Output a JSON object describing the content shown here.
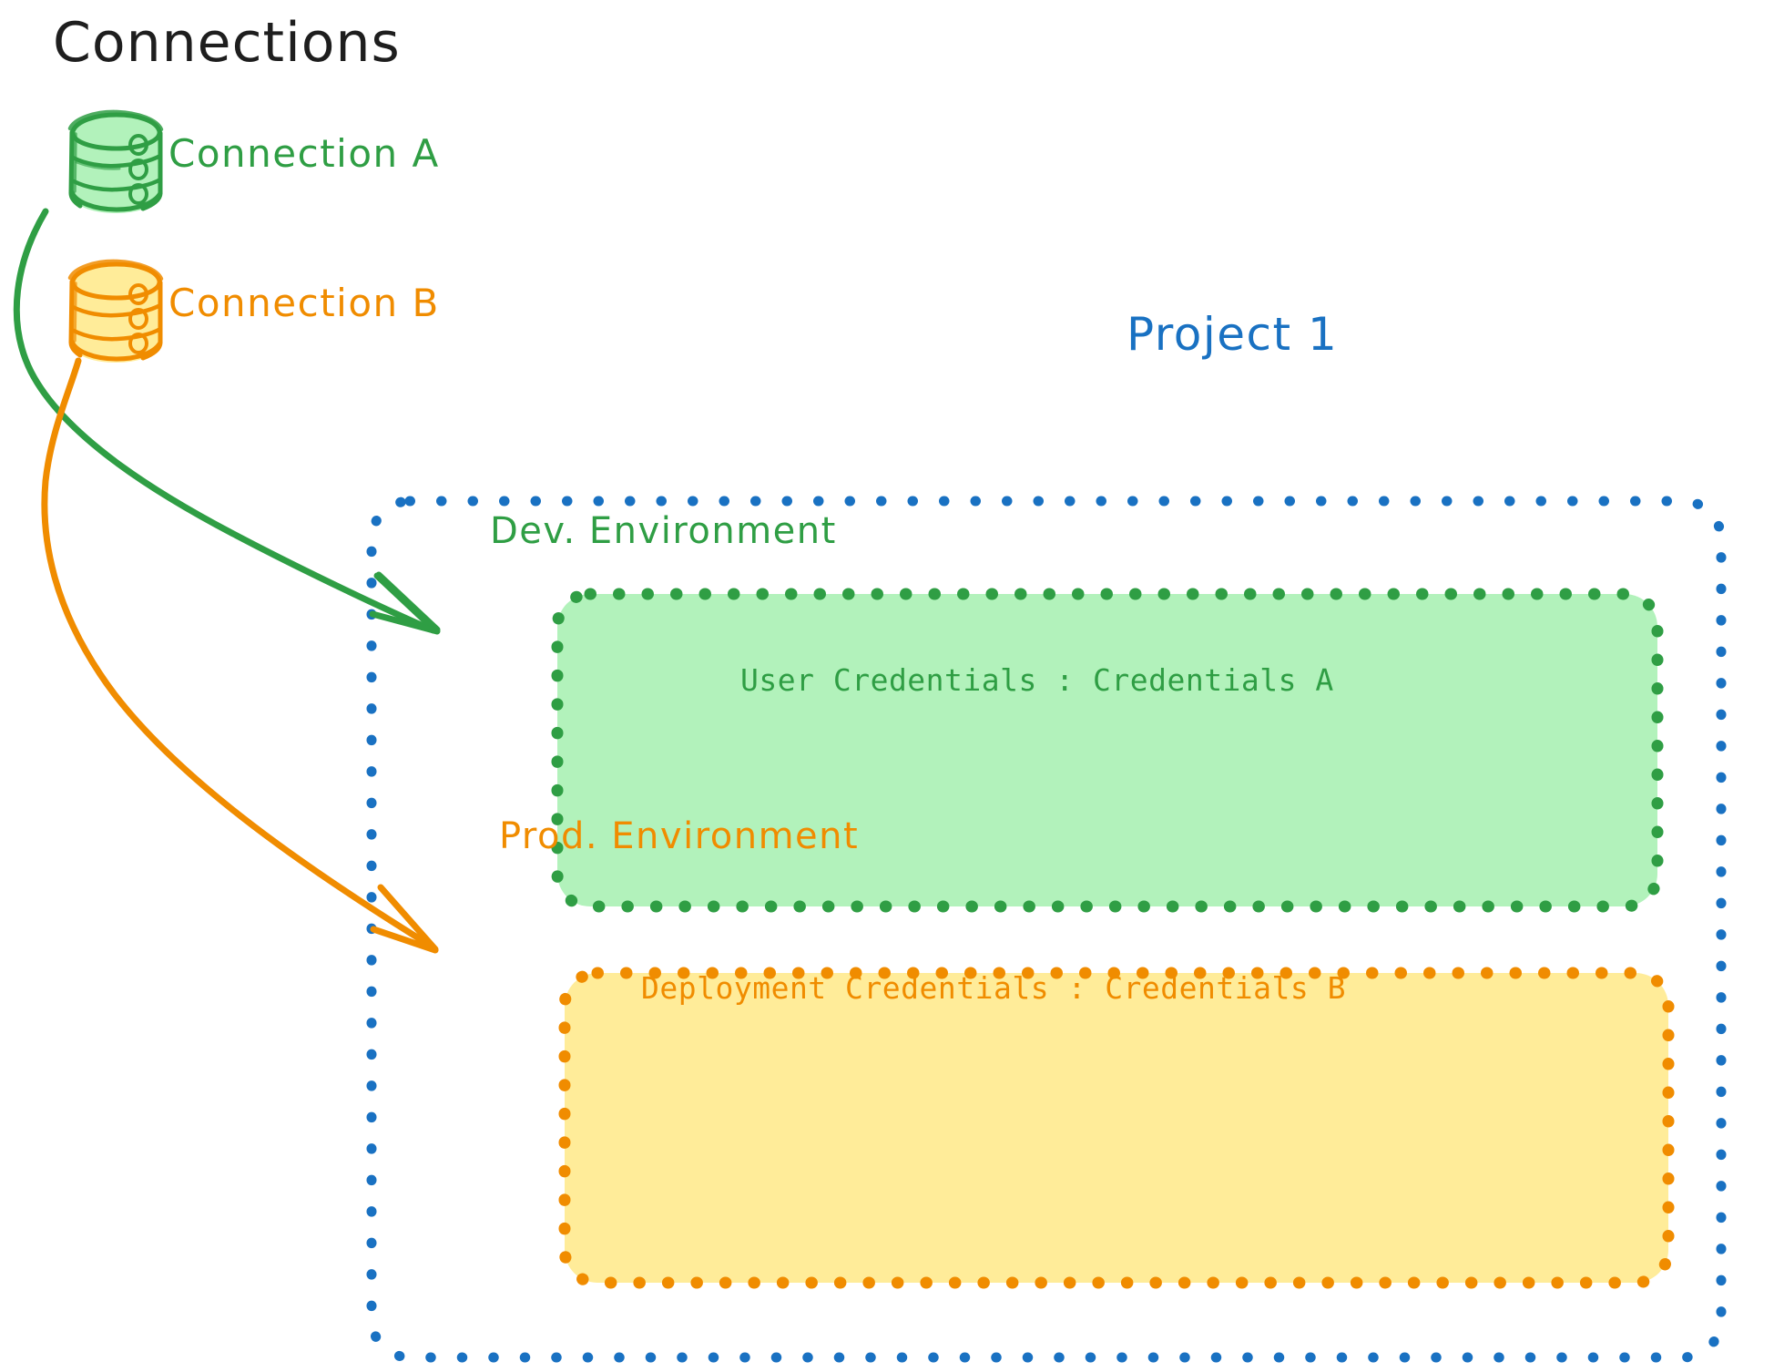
{
  "diagram": {
    "title": "Connections",
    "background_color": "#ffffff"
  },
  "connections": {
    "heading": "Connections",
    "items": [
      {
        "id": "connection-a",
        "label": "Connection A",
        "icon": "database-cylinder-icon",
        "color": "#2f9e44",
        "fill": "#b2f2bb"
      },
      {
        "id": "connection-b",
        "label": "Connection B",
        "icon": "database-cylinder-icon",
        "color": "#f08c00",
        "fill": "#ffec99"
      }
    ]
  },
  "project": {
    "label": "Project 1",
    "color": "#1971c2",
    "border_style": "dotted",
    "environments": [
      {
        "id": "dev-environment",
        "title": "Dev. Environment",
        "credentials_label": "User Credentials",
        "credentials_separator": ":",
        "credentials_value": "Credentials A",
        "credentials_line": "User Credentials : Credentials A",
        "color": "#2f9e44",
        "fill": "#b2f2bb",
        "border_style": "dotted"
      },
      {
        "id": "prod-environment",
        "title": "Prod. Environment",
        "credentials_label": "Deployment Credentials",
        "credentials_separator": ":",
        "credentials_value": "Credentials B",
        "credentials_line": "Deployment Credentials : Credentials B",
        "color": "#f08c00",
        "fill": "#ffec99",
        "border_style": "dotted"
      }
    ]
  },
  "arrows": [
    {
      "id": "arrow-connection-a-to-dev",
      "from": "connection-a",
      "to": "dev-environment",
      "color": "#2f9e44"
    },
    {
      "id": "arrow-connection-b-to-prod",
      "from": "connection-b",
      "to": "prod-environment",
      "color": "#f08c00"
    }
  ],
  "palette": {
    "ink": "#1e1e1e",
    "green_stroke": "#2f9e44",
    "green_fill": "#b2f2bb",
    "orange_stroke": "#f08c00",
    "orange_fill": "#ffec99",
    "blue_stroke": "#1971c2",
    "white": "#ffffff"
  }
}
